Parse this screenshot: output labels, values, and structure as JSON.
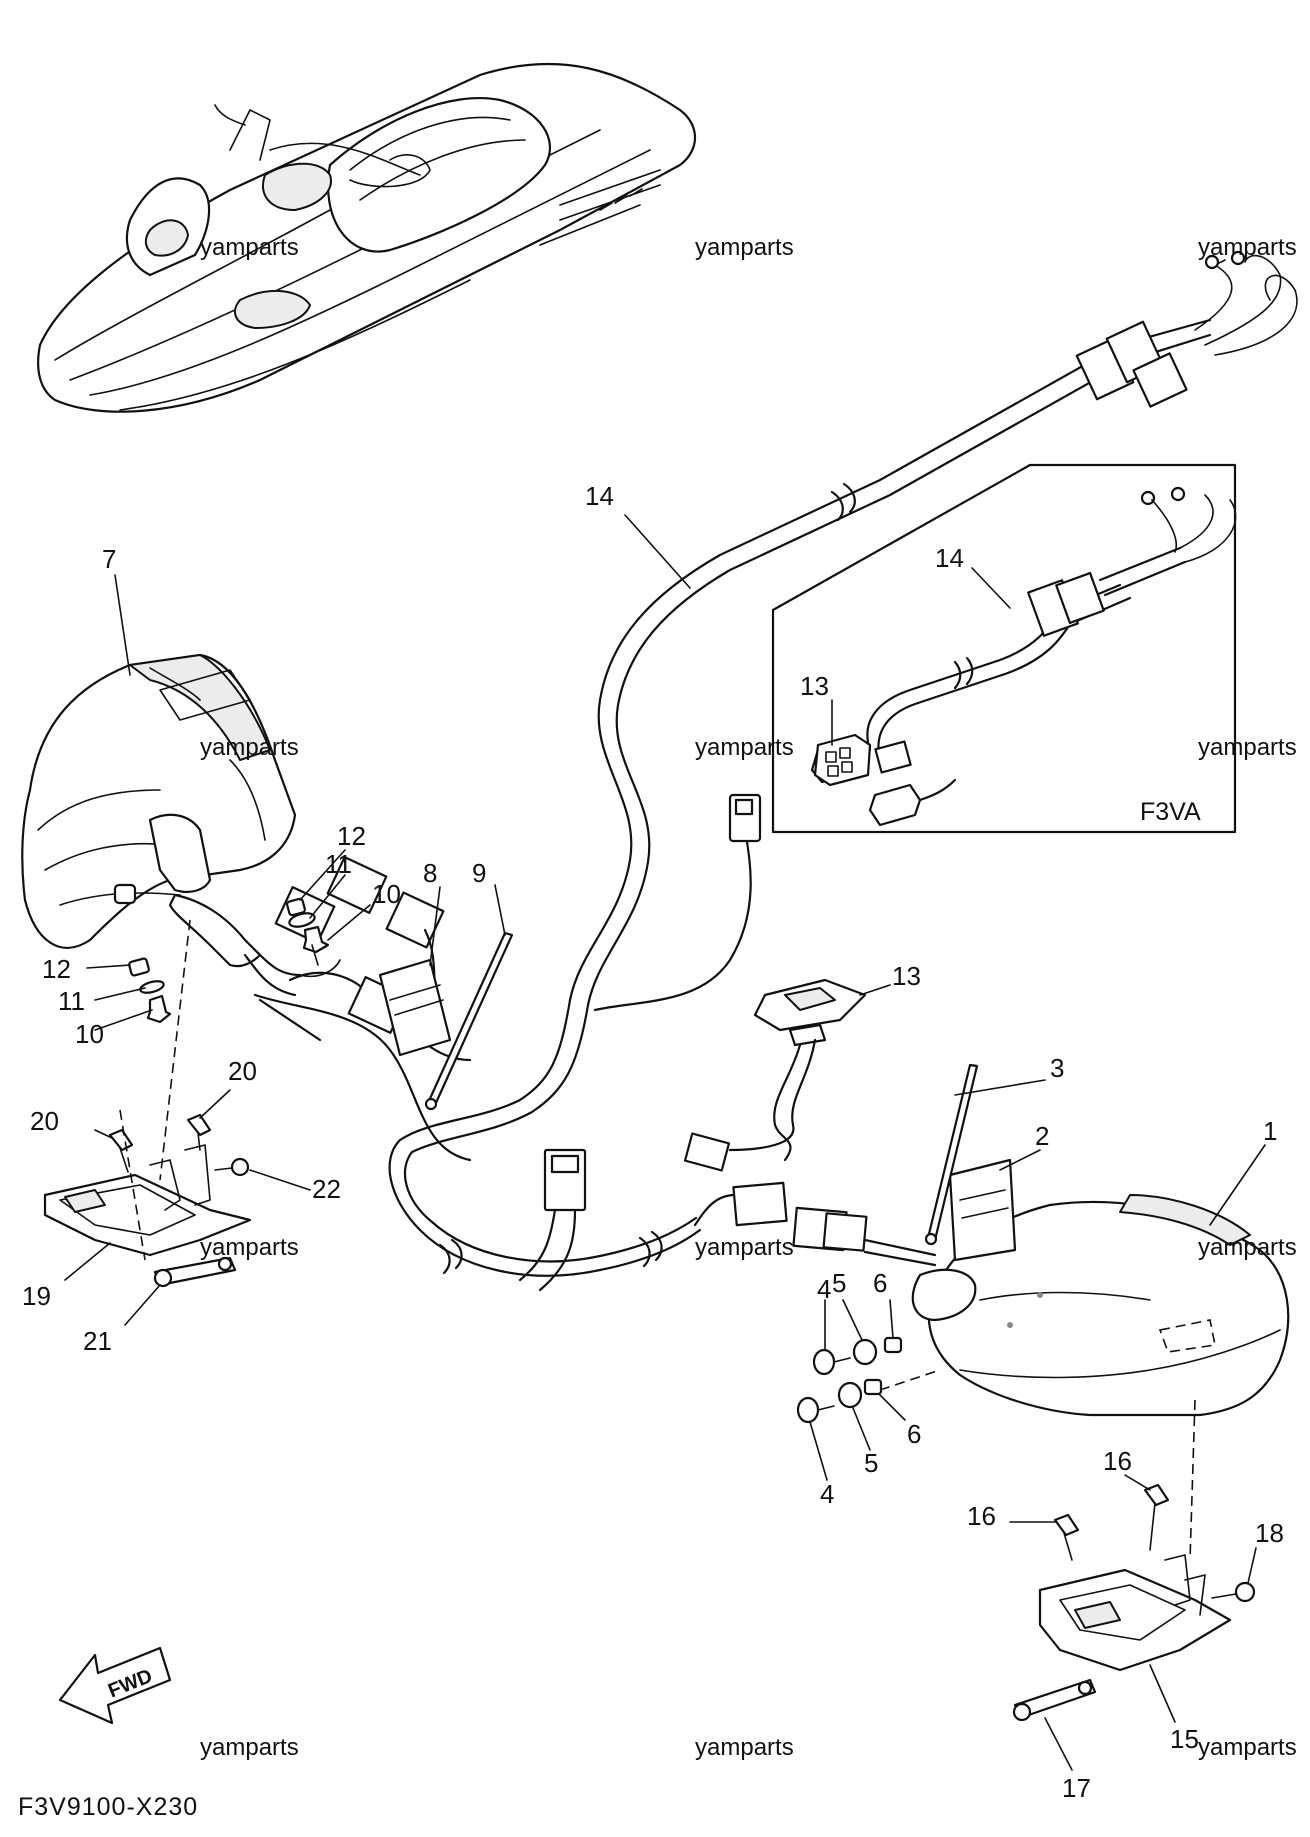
{
  "diagram": {
    "code": "F3V9100-X230",
    "inset_label": "F3VA",
    "fwd_label": "FWD",
    "watermark": "yamparts",
    "part_numbers": {
      "p1": "1",
      "p2": "2",
      "p3": "3",
      "p4a": "4",
      "p4b": "4",
      "p5a": "5",
      "p5b": "5",
      "p6a": "6",
      "p6b": "6",
      "p7": "7",
      "p8": "8",
      "p9": "9",
      "p10a": "10",
      "p10b": "10",
      "p11a": "11",
      "p11b": "11",
      "p12a": "12",
      "p12b": "12",
      "p13a": "13",
      "p13b": "13",
      "p14a": "14",
      "p14b": "14",
      "p15": "15",
      "p16a": "16",
      "p16b": "16",
      "p17": "17",
      "p18": "18",
      "p19": "19",
      "p20a": "20",
      "p20b": "20",
      "p21": "21",
      "p22": "22"
    }
  }
}
